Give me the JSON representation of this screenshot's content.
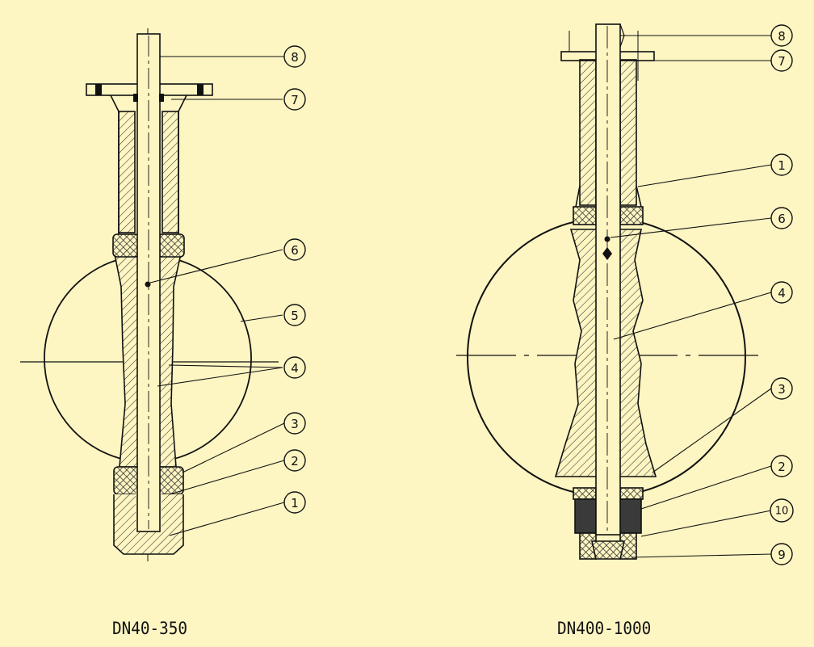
{
  "diagrams": [
    {
      "id": "small",
      "caption": "DN40-350",
      "callouts": [
        "8",
        "7",
        "6",
        "5",
        "4",
        "3",
        "2",
        "1"
      ]
    },
    {
      "id": "large",
      "caption": "DN400-1000",
      "callouts": [
        "8",
        "7",
        "1",
        "6",
        "4",
        "3",
        "2",
        "10",
        "9"
      ]
    }
  ],
  "colors": {
    "background": "#FDF5C2",
    "line": "#111111",
    "seal": "#3A3A3A"
  }
}
